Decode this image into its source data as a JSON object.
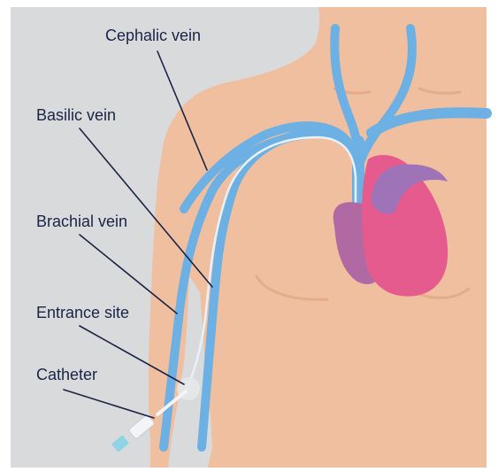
{
  "labels": {
    "cephalic_vein": "Cephalic vein",
    "basilic_vein": "Basilic vein",
    "brachial_vein": "Brachial vein",
    "entrance_site": "Entrance site",
    "catheter": "Catheter"
  },
  "colors": {
    "background": "#d9dadb",
    "skin": "#efbf9f",
    "skin_shadow": "#e3ad8c",
    "vein": "#6cb0e4",
    "heart_left": "#b069a3",
    "heart_right": "#e55b8e",
    "heart_vessel": "#9f73b8",
    "label_text": "#1a2446",
    "leader_line": "#1a2446"
  }
}
